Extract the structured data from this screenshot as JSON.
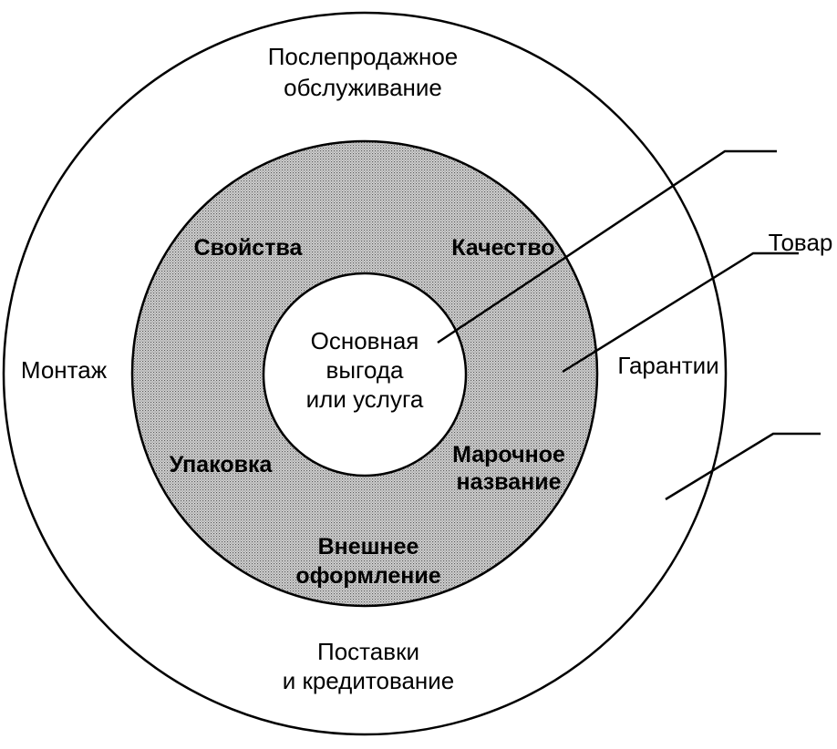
{
  "diagram": {
    "core": {
      "line1": "Основная",
      "line2": "выгода",
      "line3": "или услуга"
    },
    "actual": {
      "properties": "Свойства",
      "quality": "Качество",
      "packaging": "Упаковка",
      "brand_line1": "Марочное",
      "brand_line2": "название",
      "design_line1": "Внешнее",
      "design_line2": "оформление"
    },
    "augmented": {
      "aftersales_line1": "Послепродажное",
      "aftersales_line2": "обслуживание",
      "installation": "Монтаж",
      "warranty": "Гарантии",
      "delivery_line1": "Поставки",
      "delivery_line2": "и кредитование"
    },
    "callouts": {
      "product": "Товар"
    },
    "colors": {
      "ring_fill": "#c4c4c4",
      "stroke": "#000000",
      "background": "#ffffff"
    }
  }
}
